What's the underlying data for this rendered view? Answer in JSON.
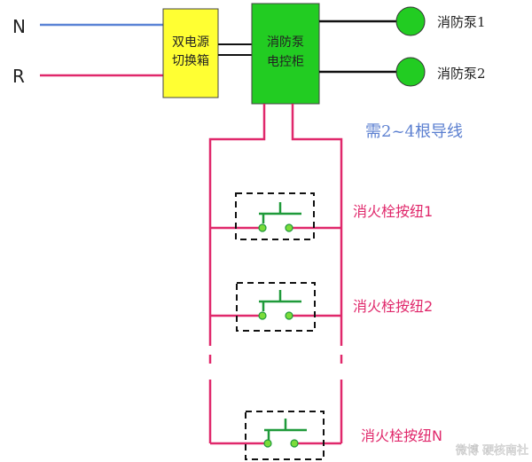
{
  "inputs": {
    "n_label": "N",
    "r_label": "R"
  },
  "dual_power_box": {
    "line1": "双电源",
    "line2": "切换箱"
  },
  "control_cabinet": {
    "line1": "消防泵",
    "line2": "电控柜"
  },
  "pumps": [
    "消防泵1",
    "消防泵2"
  ],
  "wire_note": "需2~4根导线",
  "buttons": [
    "消火栓按纽1",
    "消火栓按纽2",
    "消火栓按纽N"
  ],
  "watermark": "微博 硬核南社",
  "colors": {
    "n_wire": "#5b84d6",
    "r_wire": "#e0286b",
    "loop_wire": "#e0286b",
    "dual_box_fill": "#ffff33",
    "cabinet_fill": "#22cc22",
    "pump_fill": "#22cc22",
    "switch_color": "#1f9a3a",
    "note_text": "#5b7fd0",
    "button_text": "#e0286b"
  }
}
